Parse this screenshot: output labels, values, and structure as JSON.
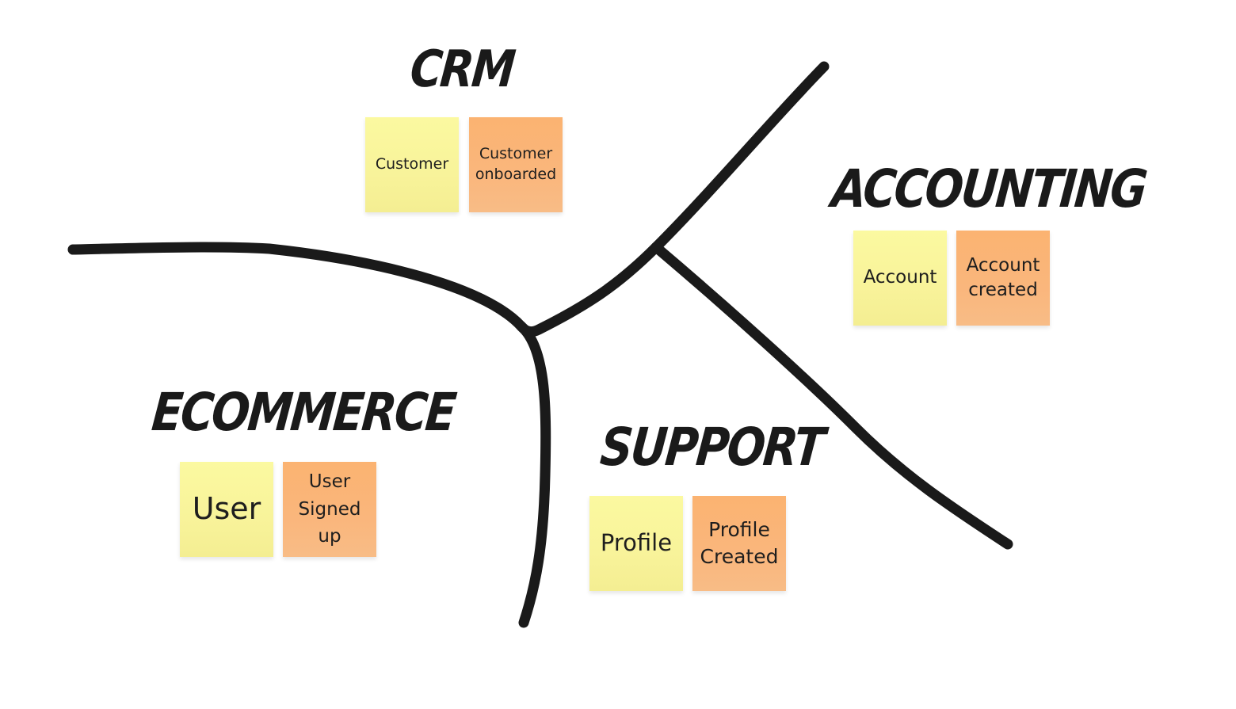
{
  "board": {
    "background": "#ffffff",
    "line_color": "#1a1a1a",
    "entity_color": "#f9f59c",
    "event_color": "#fab577"
  },
  "contexts": {
    "crm": {
      "title": "CRM",
      "entity": "Customer",
      "event": "Customer onboarded"
    },
    "accounting": {
      "title": "ACCOUNTING",
      "entity": "Account",
      "event": "Account created"
    },
    "ecommerce": {
      "title": "ECOMMERCE",
      "entity": "User",
      "event": "User Signed up"
    },
    "support": {
      "title": "SUPPORT",
      "entity": "Profile",
      "event": "Profile Created"
    }
  }
}
